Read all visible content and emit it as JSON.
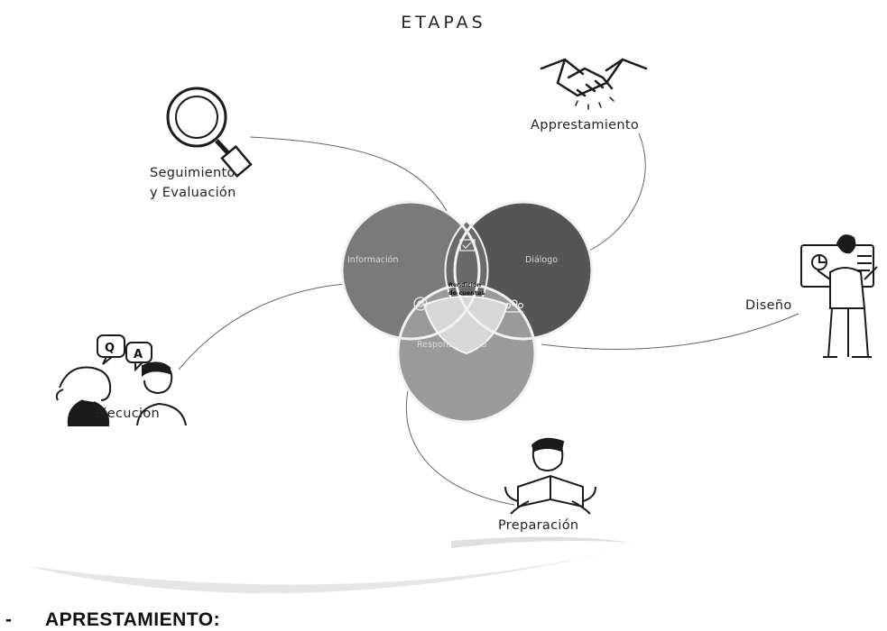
{
  "title": "ETAPAS",
  "stages": {
    "apprestamiento": "Apprestamiento",
    "seguimiento_line1": "Seguimiento",
    "seguimiento_line2": "y Evaluación",
    "diseno": "Diseño",
    "ejecucion": "Ejecución",
    "preparacion": "Preparación"
  },
  "venn": {
    "informacion": "Información",
    "dialogo": "Diálogo",
    "responsabilidad": "Responsabilidad",
    "center_line1": "Rendición",
    "center_line2": "de cuentas"
  },
  "icons": {
    "handshake": "handshake-icon",
    "magnifier": "magnifying-glass-icon",
    "presenter": "presenter-with-board-icon",
    "qa": "question-answer-people-icon",
    "reader": "person-reading-icon"
  },
  "qa_bubbles": {
    "q": "Q",
    "a": "A"
  },
  "section_heading": {
    "dash": "-",
    "text": "APRESTAMIENTO:"
  }
}
